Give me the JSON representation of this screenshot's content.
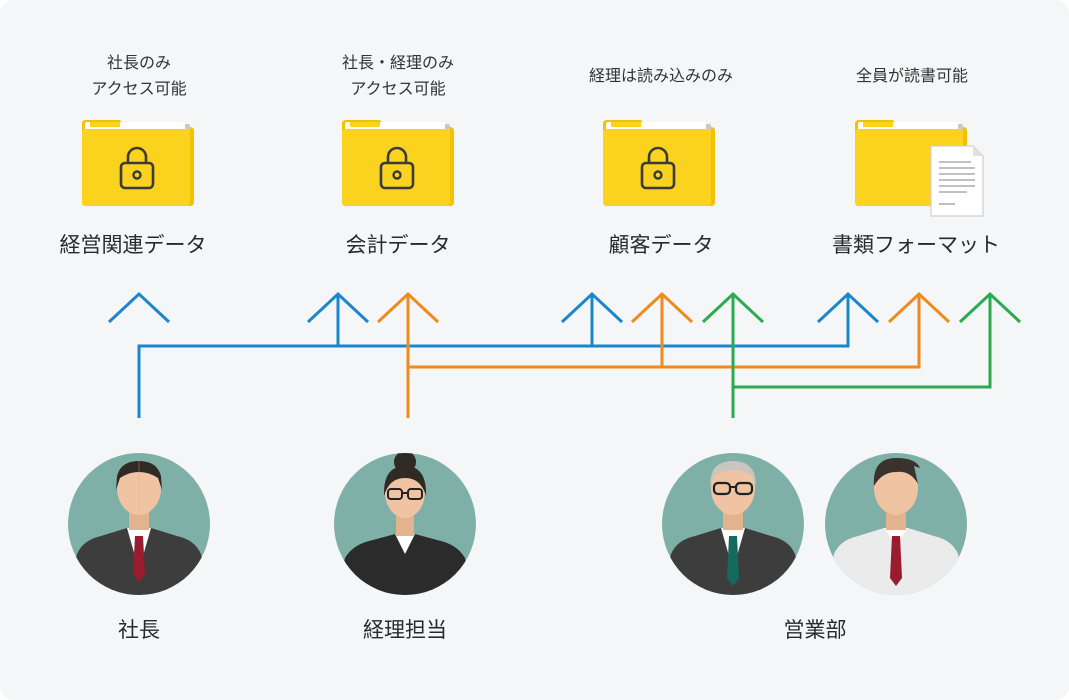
{
  "folders": [
    {
      "id": "management",
      "access_line1": "社長のみ",
      "access_line2": "アクセス可能",
      "label": "経営関連データ",
      "icon": "lock-icon"
    },
    {
      "id": "accounting",
      "access_line1": "社長・経理のみ",
      "access_line2": "アクセス可能",
      "label": "会計データ",
      "icon": "lock-icon"
    },
    {
      "id": "customer",
      "access_line1": "経理は読み込みのみ",
      "access_line2": "",
      "label": "顧客データ",
      "icon": "lock-icon"
    },
    {
      "id": "format",
      "access_line1": "全員が読書可能",
      "access_line2": "",
      "label": "書類フォーマット",
      "icon": "document-icon"
    }
  ],
  "people": [
    {
      "id": "president",
      "label": "社長",
      "avatars": [
        "man-suit-avatar"
      ]
    },
    {
      "id": "accounting-staff",
      "label": "経理担当",
      "avatars": [
        "woman-glasses-avatar"
      ]
    },
    {
      "id": "sales",
      "label": "営業部",
      "avatars": [
        "man-glasses-avatar",
        "man-shirt-avatar"
      ]
    }
  ],
  "colors": {
    "president_line": "#1b86cc",
    "accounting_line": "#f08a1c",
    "sales_line": "#2bab4f",
    "folder": "#fbd31f",
    "avatar_bg": "#7fb0a7",
    "background": "#f5f6f8"
  }
}
